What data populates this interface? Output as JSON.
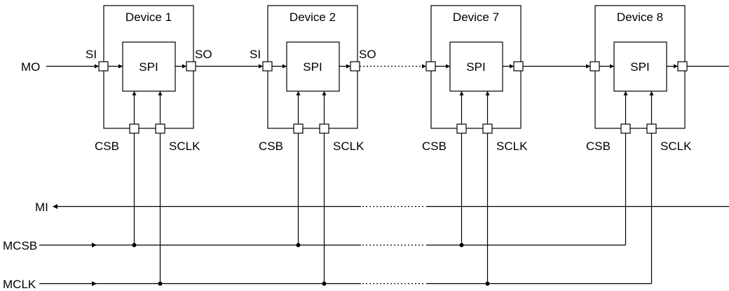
{
  "devices": [
    {
      "title": "Device 1",
      "core": "SPI",
      "pin_in": "SI",
      "pin_out": "SO",
      "pin_cs": "CSB",
      "pin_clk": "SCLK"
    },
    {
      "title": "Device 2",
      "core": "SPI",
      "pin_in": "SI",
      "pin_out": "SO",
      "pin_cs": "CSB",
      "pin_clk": "SCLK"
    },
    {
      "title": "Device 7",
      "core": "SPI",
      "pin_in": "",
      "pin_out": "",
      "pin_cs": "CSB",
      "pin_clk": "SCLK"
    },
    {
      "title": "Device 8",
      "core": "SPI",
      "pin_in": "",
      "pin_out": "",
      "pin_cs": "CSB",
      "pin_clk": "SCLK"
    }
  ],
  "signals": {
    "mo": "MO",
    "mi": "MI",
    "mcsb": "MCSB",
    "mclk": "MCLK"
  }
}
